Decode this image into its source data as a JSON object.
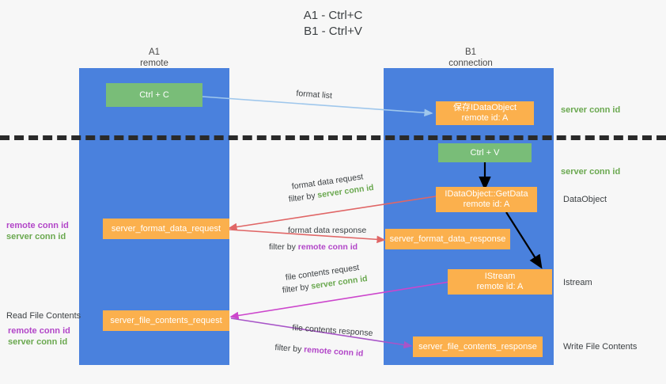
{
  "title": {
    "line1": "A1 - Ctrl+C",
    "line2": "B1 - Ctrl+V"
  },
  "columns": [
    {
      "id": "a1",
      "name": "A1",
      "sub": "remote"
    },
    {
      "id": "b1",
      "name": "B1",
      "sub": "connection"
    }
  ],
  "nodes": [
    {
      "id": "ctrl-c",
      "label": "Ctrl + C",
      "label2": "",
      "kind": "green"
    },
    {
      "id": "save-idataobject",
      "label": "保存IDataObject",
      "label2": "remote id: A",
      "kind": "orange"
    },
    {
      "id": "ctrl-v",
      "label": "Ctrl + V",
      "label2": "",
      "kind": "green"
    },
    {
      "id": "idataobject-getdata",
      "label": "IDataObject::GetData",
      "label2": "remote id: A",
      "kind": "orange"
    },
    {
      "id": "server-format-data-request",
      "label": "server_format_data_request",
      "label2": "",
      "kind": "orange"
    },
    {
      "id": "server-format-data-response",
      "label": "server_format_data_response",
      "label2": "",
      "kind": "orange"
    },
    {
      "id": "istream",
      "label": "IStream",
      "label2": "remote id: A",
      "kind": "orange"
    },
    {
      "id": "server-file-contents-request",
      "label": "server_file_contents_request",
      "label2": "",
      "kind": "orange"
    },
    {
      "id": "server-file-contents-response",
      "label": "server_file_contents_response",
      "label2": "",
      "kind": "orange"
    }
  ],
  "edge_labels": {
    "format_list": "format list",
    "format_data_request": "format data request",
    "format_data_request_filter_prefix": "filter by ",
    "format_data_request_filter_value": "server conn id",
    "format_data_response": "format data response",
    "format_data_response_filter_prefix": "filter by ",
    "format_data_response_filter_value": "remote conn id",
    "file_contents_request": "file contents request",
    "file_contents_request_filter_prefix": "filter by ",
    "file_contents_request_filter_value": "server conn id",
    "file_contents_response": "file contents response",
    "file_contents_response_filter_prefix": "filter by ",
    "file_contents_response_filter_value": "remote conn id"
  },
  "left_labels": {
    "remote_conn_id_1": "remote conn id",
    "server_conn_id_1": "server conn id",
    "read_file_contents": "Read File Contents",
    "remote_conn_id_2": "remote conn id",
    "server_conn_id_2": "server conn id"
  },
  "right_labels": {
    "server_conn_id_top": "server conn id",
    "server_conn_id_mid": "server conn id",
    "dataobject": "DataObject",
    "istream": "Istream",
    "write_file_contents": "Write File Contents"
  },
  "colors": {
    "lane": "#4a81dd",
    "green_node": "#79bd78",
    "orange_node": "#fbb04d",
    "green_text": "#6aa84f",
    "purple_text": "#b246c8",
    "arrow_blue": "#9fc7ec",
    "arrow_red": "#e06666",
    "arrow_magenta": "#cc46cc",
    "arrow_purple": "#a855c8",
    "arrow_black": "#000000",
    "background": "#f7f7f7"
  }
}
